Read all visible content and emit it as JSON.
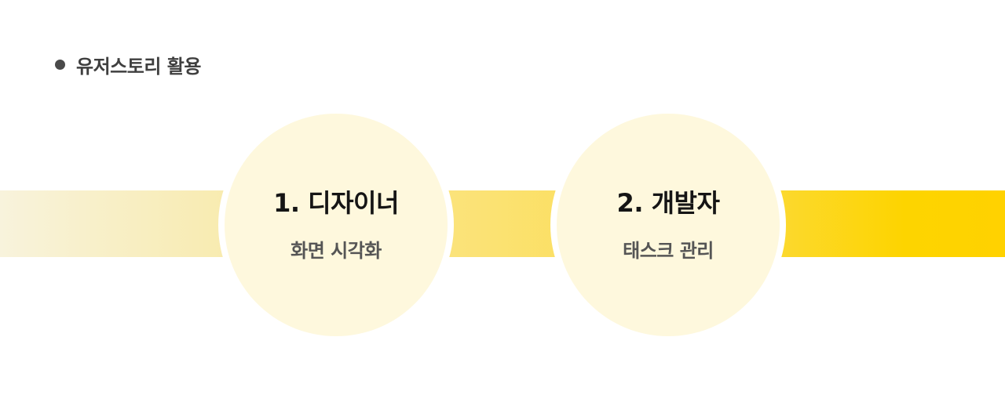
{
  "heading": {
    "title": "유저스토리 활용"
  },
  "steps": [
    {
      "title": "1. 디자이너",
      "subtitle": "화면 시각화"
    },
    {
      "title": "2. 개발자",
      "subtitle": "태스크 관리"
    }
  ],
  "colors": {
    "band_start": "#f8f3dc",
    "band_end": "#ffd200",
    "circle_fill": "#fef8dd",
    "bullet": "#4a4a4a"
  }
}
